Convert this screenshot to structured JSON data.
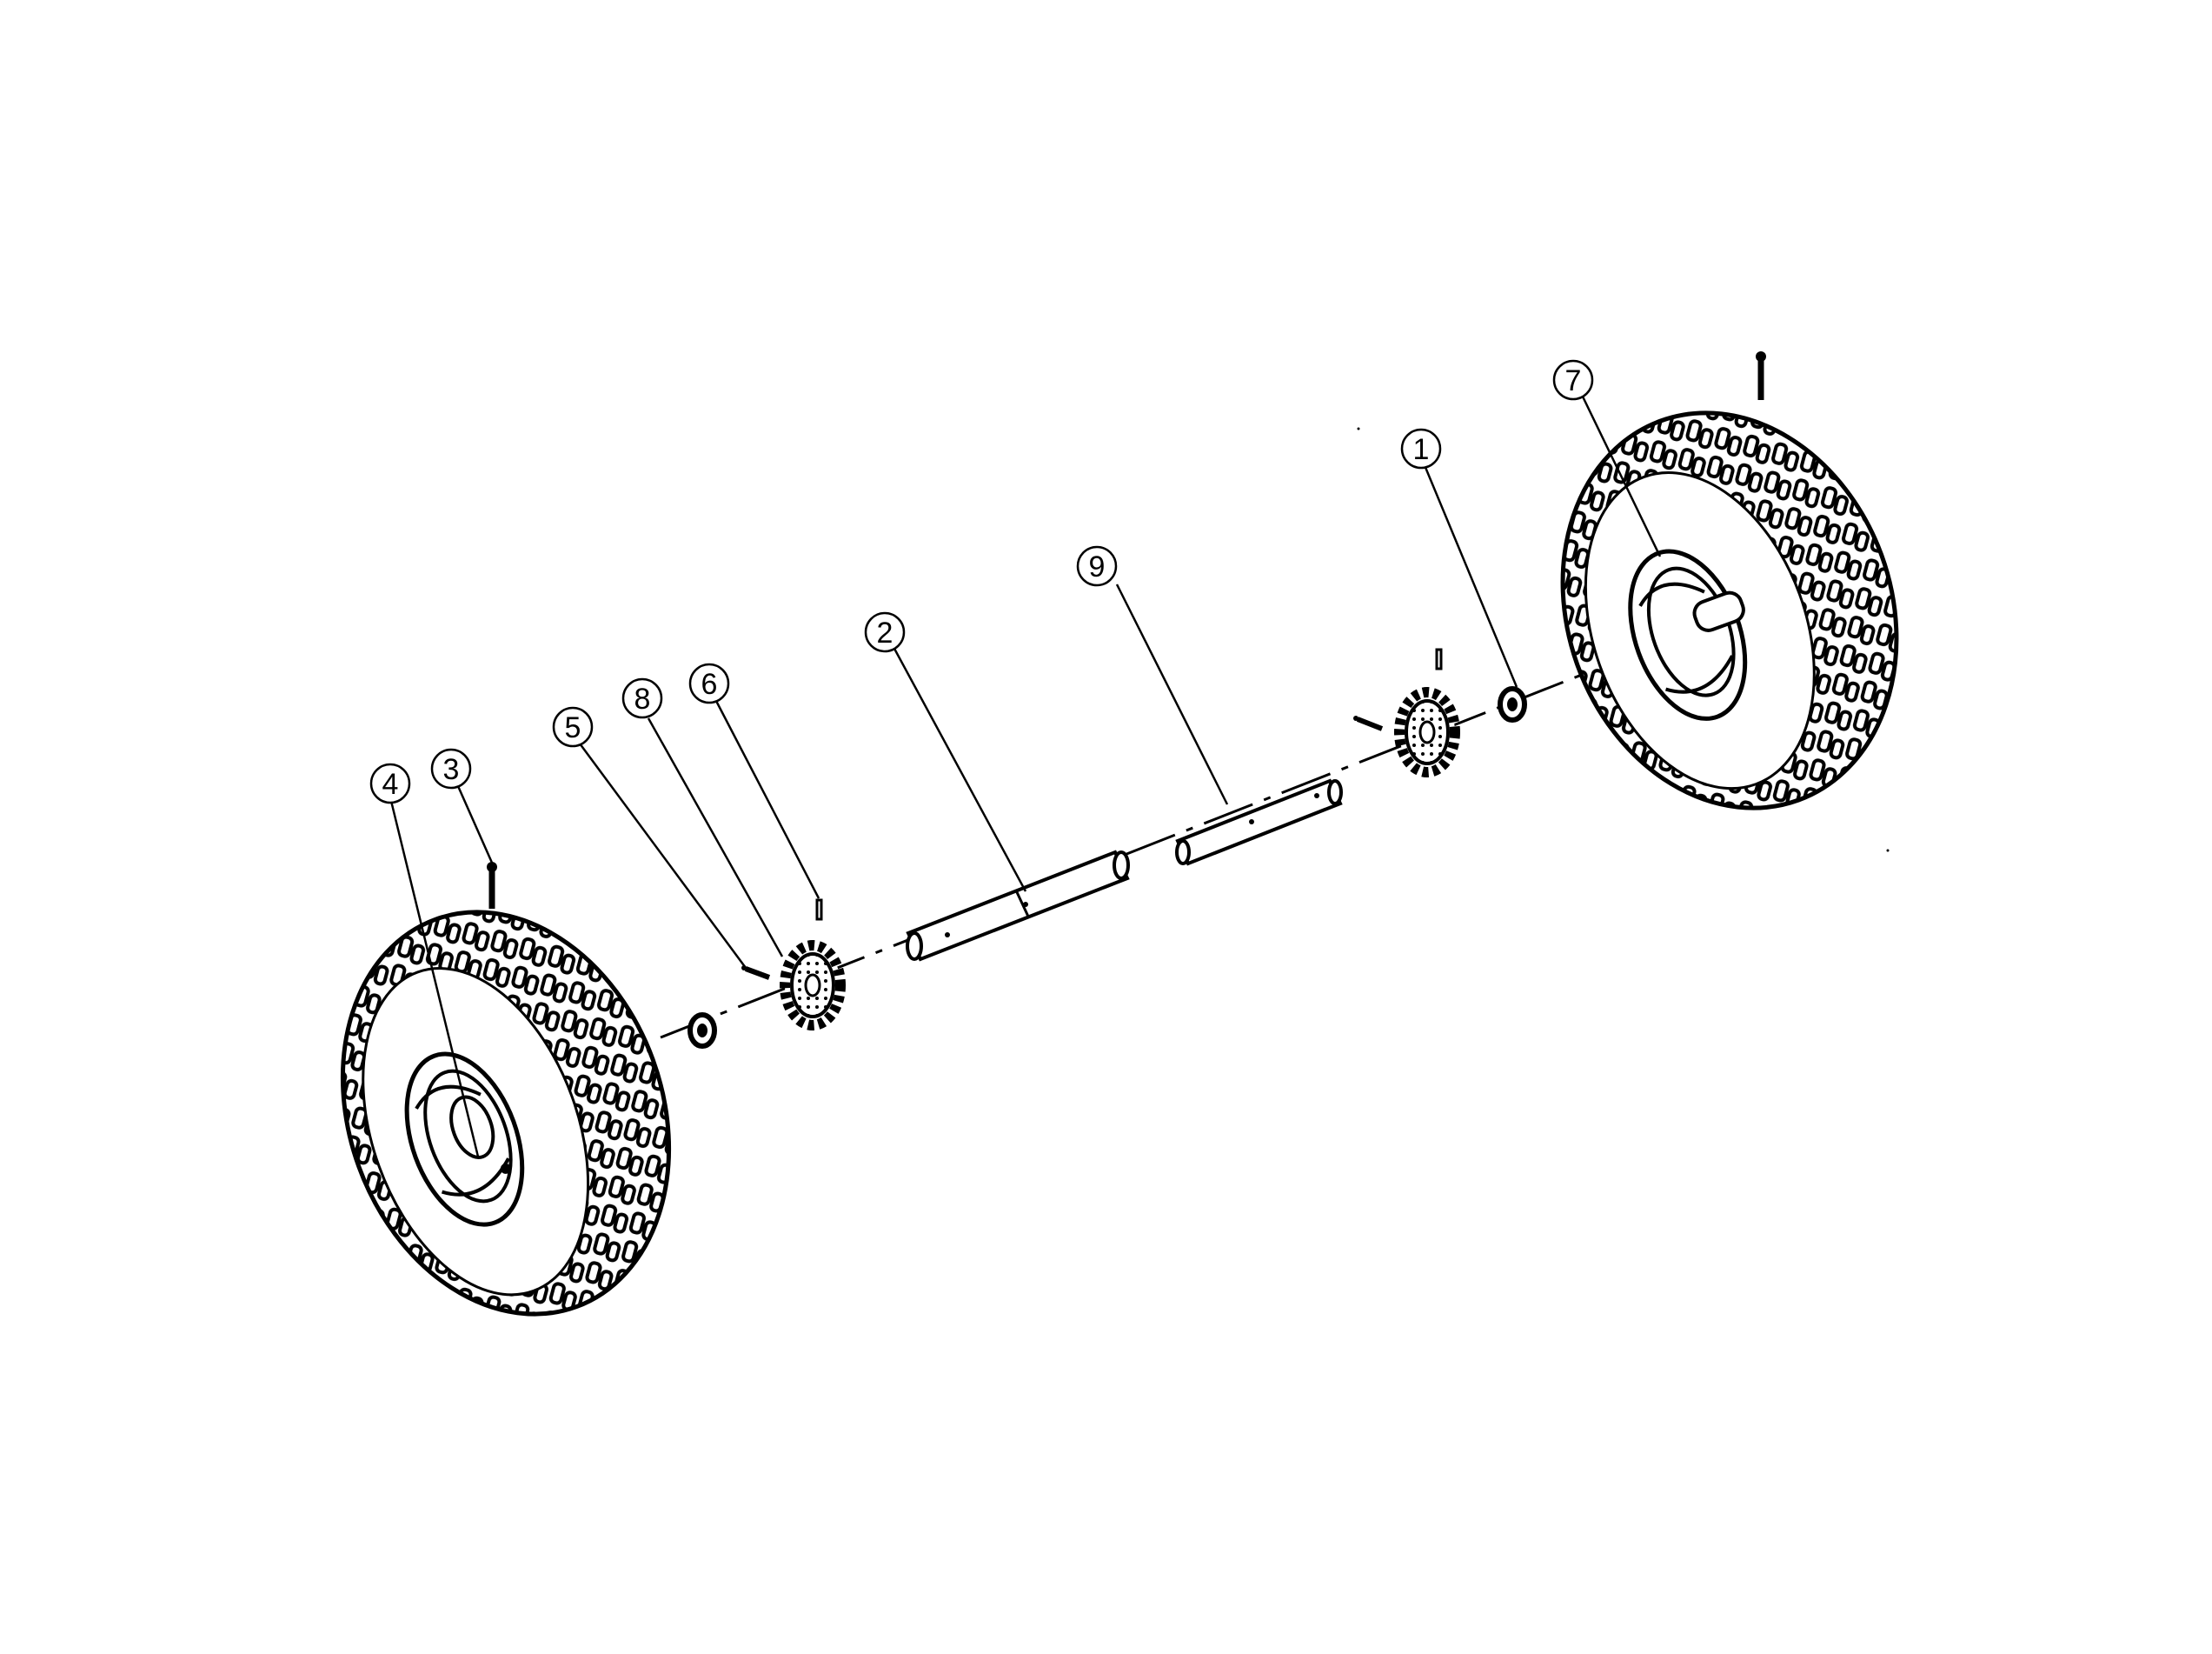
{
  "diagram": {
    "kind": "exploded-parts-view",
    "subject": "wheel and axle assembly",
    "line_color": "#000000",
    "background_color": "#ffffff",
    "callouts": [
      {
        "id": "c1",
        "label": "1"
      },
      {
        "id": "c2",
        "label": "2"
      },
      {
        "id": "c3",
        "label": "3"
      },
      {
        "id": "c4",
        "label": "4"
      },
      {
        "id": "c5",
        "label": "5"
      },
      {
        "id": "c6",
        "label": "6"
      },
      {
        "id": "c7",
        "label": "7"
      },
      {
        "id": "c8",
        "label": "8"
      },
      {
        "id": "c9",
        "label": "9"
      }
    ]
  }
}
